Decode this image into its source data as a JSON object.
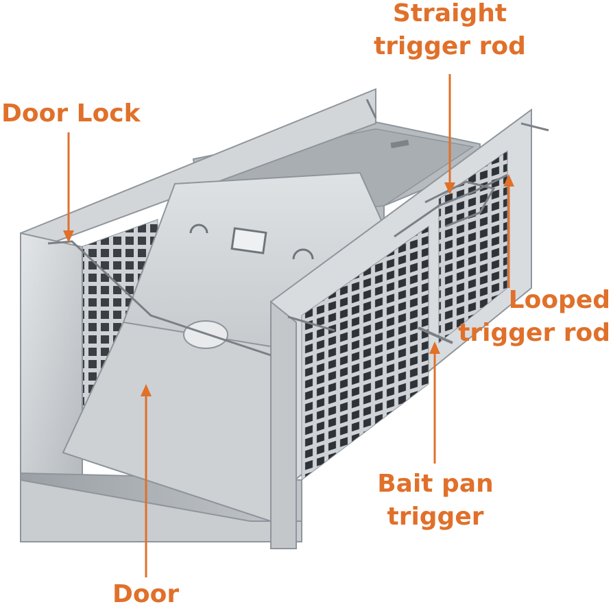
{
  "labels": {
    "straight_trigger_rod": [
      "Straight",
      "trigger rod"
    ],
    "door_lock": "Door Lock",
    "looped_trigger_rod": [
      "Looped",
      "trigger rod"
    ],
    "bait_pan_trigger": [
      "Bait pan",
      "trigger"
    ],
    "door": "Door"
  },
  "colors": {
    "label_accent": "#e0702a",
    "metal_light": "#d6d9dc",
    "metal_mid": "#bcc1c5",
    "metal_dark": "#8e959b",
    "mesh_hole": "#3b3f43"
  }
}
